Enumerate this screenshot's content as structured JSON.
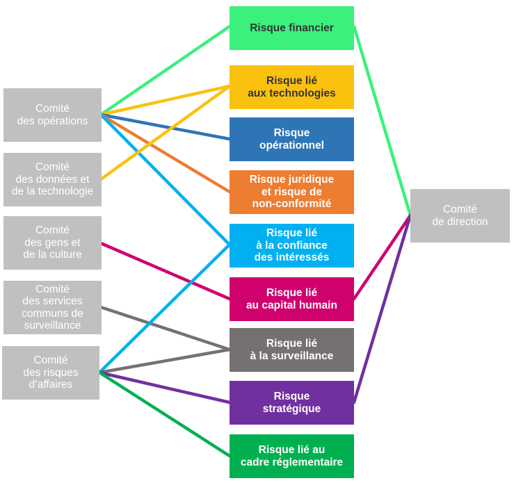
{
  "committees": [
    {
      "id": "ops",
      "label": "Comité\ndes opérations"
    },
    {
      "id": "data",
      "label": "Comité\ndes données et\nde la technologie"
    },
    {
      "id": "people",
      "label": "Comité\ndes gens et\nde la culture"
    },
    {
      "id": "services",
      "label": "Comité\ndes services\ncommuns de\nsurveillance"
    },
    {
      "id": "business",
      "label": "Comité\ndes risques\nd’affaires"
    }
  ],
  "direction": {
    "id": "dir",
    "label": "Comité\nde direction"
  },
  "risks": [
    {
      "id": "fin",
      "label": "Risque financier",
      "color": "#3cf07c",
      "text_color": "#333333"
    },
    {
      "id": "tech",
      "label": "Risque lié\naux technologies",
      "color": "#fbc10f",
      "text_color": "#333333"
    },
    {
      "id": "op",
      "label": "Risque\nopérationnel",
      "color": "#2e75b6",
      "text_color": "#ffffff"
    },
    {
      "id": "jur",
      "label": "Risque juridique\net risque de\nnon-conformité",
      "color": "#ed7d31",
      "text_color": "#ffffff"
    },
    {
      "id": "conf",
      "label": "Risque lié\nà la confiance\ndes intéressés",
      "color": "#00b0f0",
      "text_color": "#ffffff"
    },
    {
      "id": "cap",
      "label": "Risque lié\nau capital humain",
      "color": "#d0036e",
      "text_color": "#ffffff"
    },
    {
      "id": "surv",
      "label": "Risque lié\nà la surveillance",
      "color": "#767171",
      "text_color": "#ffffff"
    },
    {
      "id": "strat",
      "label": "Risque\nstratégique",
      "color": "#7030a0",
      "text_color": "#ffffff"
    },
    {
      "id": "reg",
      "label": "Risque lié au\ncadre réglementaire",
      "color": "#00b050",
      "text_color": "#ffffff"
    }
  ],
  "links": [
    {
      "from": "ops",
      "to": "fin",
      "color": "#3cf07c"
    },
    {
      "from": "ops",
      "to": "tech",
      "color": "#fbc10f"
    },
    {
      "from": "ops",
      "to": "op",
      "color": "#2e75b6"
    },
    {
      "from": "ops",
      "to": "jur",
      "color": "#ed7d31"
    },
    {
      "from": "ops",
      "to": "conf",
      "color": "#00b0f0"
    },
    {
      "from": "data",
      "to": "tech",
      "color": "#fbc10f"
    },
    {
      "from": "people",
      "to": "cap",
      "color": "#d0036e"
    },
    {
      "from": "services",
      "to": "surv",
      "color": "#767171"
    },
    {
      "from": "business",
      "to": "conf",
      "color": "#00b0f0"
    },
    {
      "from": "business",
      "to": "surv",
      "color": "#767171"
    },
    {
      "from": "business",
      "to": "strat",
      "color": "#7030a0"
    },
    {
      "from": "business",
      "to": "reg",
      "color": "#00b050"
    },
    {
      "from": "fin",
      "to": "dir",
      "color": "#3cf07c"
    },
    {
      "from": "cap",
      "to": "dir",
      "color": "#d0036e"
    },
    {
      "from": "strat",
      "to": "dir",
      "color": "#7030a0"
    }
  ]
}
